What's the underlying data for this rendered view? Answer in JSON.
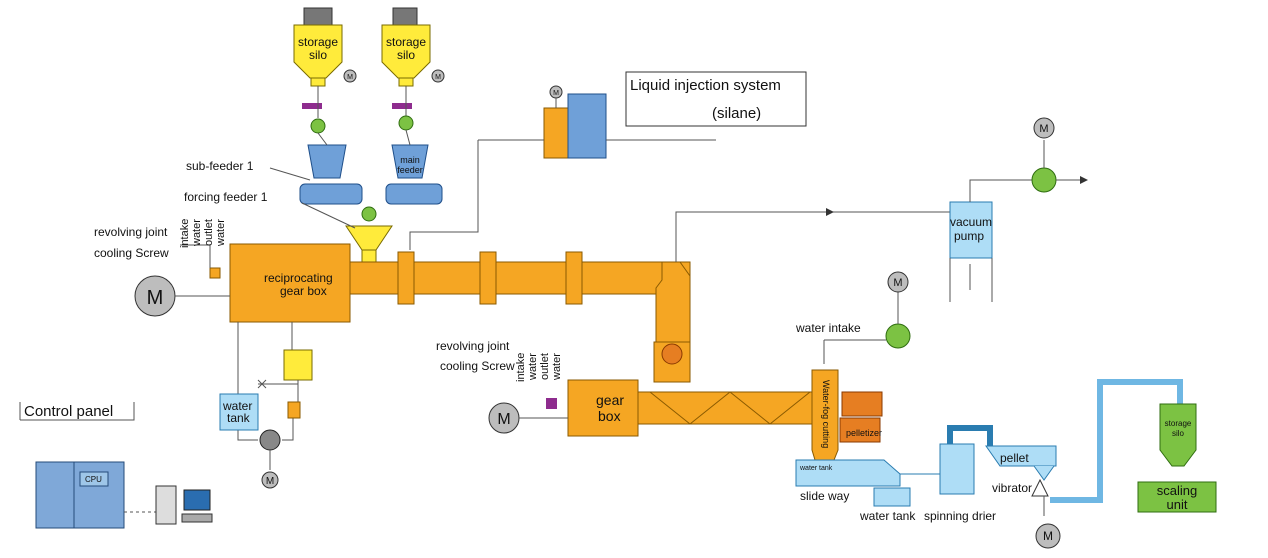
{
  "labels": {
    "storage_silo_1": [
      "storage",
      "silo"
    ],
    "storage_silo_2": [
      "storage",
      "silo"
    ],
    "liquid_injection_title": "Liquid injection system",
    "liquid_injection_sub": "(silane)",
    "sub_feeder": "sub-feeder 1",
    "main_feeder": [
      "main",
      "feeder"
    ],
    "forcing_feeder": "forcing feeder 1",
    "revolving_joint_1": "revolving joint",
    "cooling_screw_1": "cooling Screw",
    "water_labels_1": [
      "water",
      "outlet",
      "water",
      "intake"
    ],
    "reciprocating_gear_box": [
      "reciprocating",
      "gear box"
    ],
    "motor": "M",
    "water_tank_1": [
      "water",
      "tank"
    ],
    "control_panel": "Control panel",
    "cpu": "CPU",
    "revolving_joint_2": "revolving joint",
    "cooling_screw_2": "cooling Screw",
    "water_labels_2": [
      "water",
      "outlet",
      "water",
      "intake"
    ],
    "gear_box_2": [
      "gear",
      "box"
    ],
    "water_fog_cutting": "Water-fog cutting",
    "pelletizer": "pelletizer",
    "water_intake": "water intake",
    "vacuum_pump": [
      "vacuum",
      "pump"
    ],
    "water_tank_small": "water tank",
    "slide_way": "slide way",
    "water_tank_2": "water tank",
    "spinning_drier": "spinning drier",
    "pellet": "pellet",
    "vibrator": "vibrator",
    "storage_silo_3": [
      "storage",
      "silo"
    ],
    "scaling_unit": [
      "scaling",
      "unit"
    ]
  },
  "colors": {
    "orange": "#F5A623",
    "yellow": "#FFEB3B",
    "light_blue": "#AEDDF6",
    "green": "#7CC243",
    "purple": "#8E2C8E",
    "motor_gray": "#BDBDBD"
  }
}
